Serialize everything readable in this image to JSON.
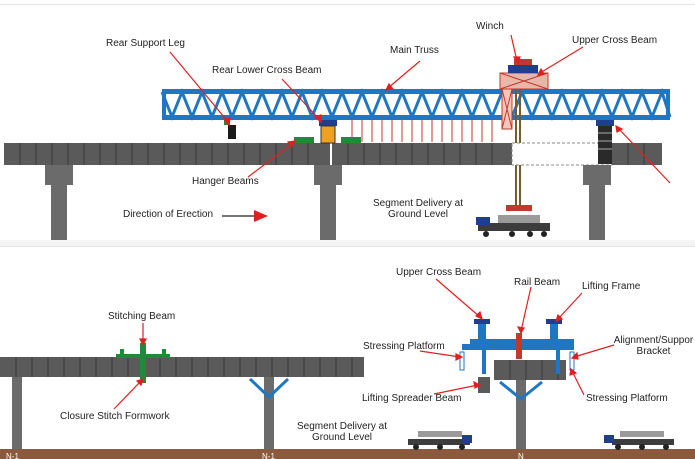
{
  "top_panel": {
    "labels": {
      "rear_support_leg": "Rear Support Leg",
      "rear_lower_cross_beam": "Rear Lower Cross Beam",
      "main_truss": "Main Truss",
      "winch": "Winch",
      "upper_cross_beam": "Upper Cross Beam",
      "hanger_beams": "Hanger Beams",
      "direction_of_erection": "Direction of Erection",
      "segment_delivery_line1": "Segment Delivery at",
      "segment_delivery_line2": "Ground Level"
    }
  },
  "bottom_panel": {
    "labels": {
      "upper_cross_beam": "Upper Cross Beam",
      "rail_beam": "Rail Beam",
      "lifting_frame": "Lifting Frame",
      "stitching_beam": "Stitching  Beam",
      "stressing_platform_left": "Stressing Platform",
      "alignment_line1": "Alignment/Suppor",
      "alignment_line2": "Bracket",
      "lifting_spreader_beam": "Lifting Spreader Beam",
      "stressing_platform_right": "Stressing Platform",
      "closure_stitch_formwork": "Closure Stitch Formwork",
      "segment_delivery_line1": "Segment Delivery at",
      "segment_delivery_line2": "Ground Level",
      "pier_n_left": "N-1",
      "pier_n_mid": "N-1",
      "pier_n_right": "N"
    }
  },
  "colors": {
    "truss_blue": "#1f77c4",
    "deck_grey": "#5a5a5a",
    "pier_grey": "#6b6b6b",
    "arrow_red": "#e02020",
    "ground_brown": "#8b5a3c",
    "stitch_green": "#1f8a3a"
  }
}
